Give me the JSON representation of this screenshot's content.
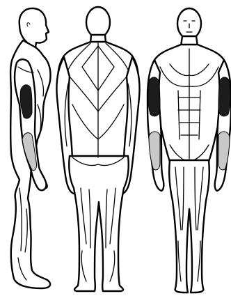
{
  "views": [
    {
      "name": "side",
      "highlight": {
        "primary": "triceps",
        "secondary": "forearm"
      }
    },
    {
      "name": "back",
      "highlight": {
        "primary": "none",
        "secondary": "none"
      }
    },
    {
      "name": "front",
      "highlight": {
        "primary": "biceps",
        "secondary": "forearm"
      }
    }
  ],
  "colors": {
    "outline": "#000000",
    "fill": "#ffffff",
    "primary_muscle": "#1c1c1c",
    "secondary_muscle": "#c8c8c8"
  }
}
